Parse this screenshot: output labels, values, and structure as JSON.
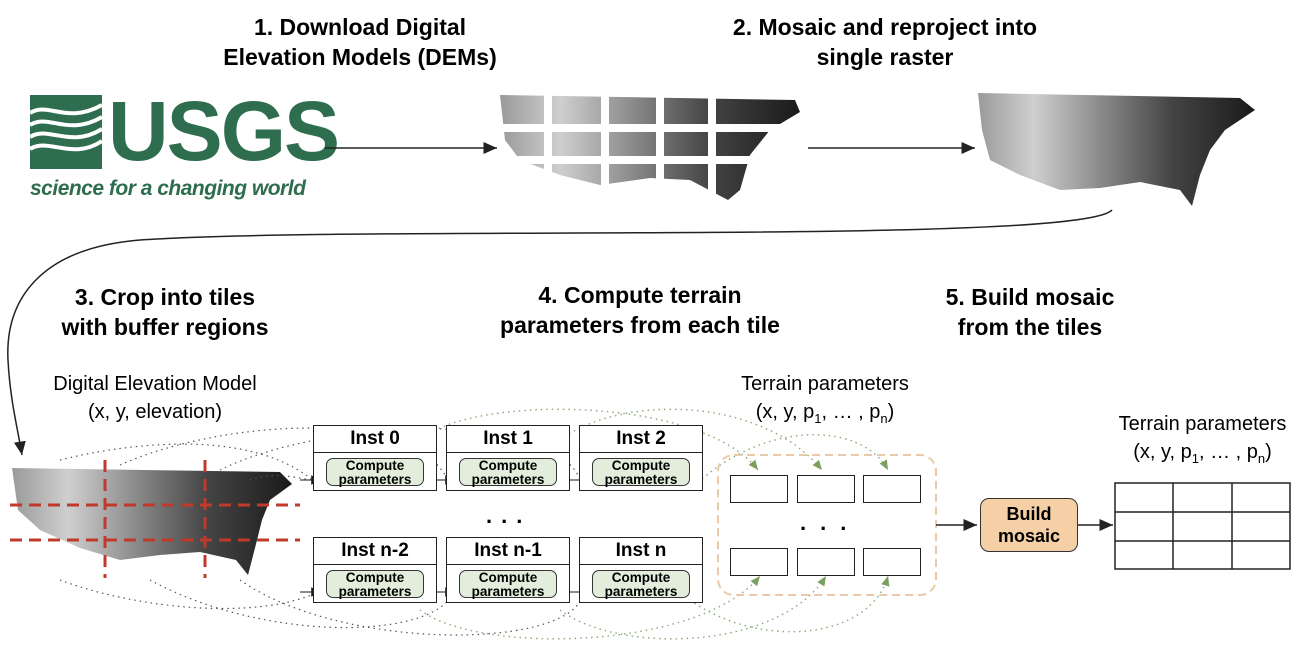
{
  "steps": {
    "s1_line1": "1. Download Digital",
    "s1_line2": "Elevation Models (DEMs)",
    "s2_line1": "2. Mosaic and reproject into",
    "s2_line2": "single raster",
    "s3_line1": "3. Crop into tiles",
    "s3_line2": "with buffer regions",
    "s4_line1": "4. Compute terrain",
    "s4_line2": "parameters from each tile",
    "s5_line1": "5. Build mosaic",
    "s5_line2": "from the tiles"
  },
  "logo": {
    "name": "USGS",
    "tagline": "science for a changing world"
  },
  "labels": {
    "dem_line1": "Digital Elevation Model",
    "dem_line2": "(x, y, elevation)",
    "terrain_mid_line1": "Terrain parameters",
    "terrain_mid_line2": "(x, y, p",
    "terrain_right_line1": "Terrain parameters",
    "p1_sub": "1",
    "pn_sub": "n",
    "dots_sep": ", … , p",
    "close_paren": ")"
  },
  "instances": [
    {
      "title": "Inst 0",
      "compute": [
        "Compute",
        "parameters"
      ]
    },
    {
      "title": "Inst 1",
      "compute": [
        "Compute",
        "parameters"
      ]
    },
    {
      "title": "Inst 2",
      "compute": [
        "Compute",
        "parameters"
      ]
    },
    {
      "title": "Inst n-2",
      "compute": [
        "Compute",
        "parameters"
      ]
    },
    {
      "title": "Inst n-1",
      "compute": [
        "Compute",
        "parameters"
      ]
    },
    {
      "title": "Inst n",
      "compute": [
        "Compute",
        "parameters"
      ]
    }
  ],
  "ellipsis": "...",
  "build_mosaic": {
    "line1": "Build",
    "line2": "mosaic"
  },
  "colors": {
    "usgs_green": "#2e6e4e",
    "compute_fill": "#e2eedb",
    "build_fill": "#f5cfa5",
    "tile_dash": "#c0392b",
    "dotted_link": "#8aa878",
    "tile_group_border": "#e9c9a8"
  }
}
